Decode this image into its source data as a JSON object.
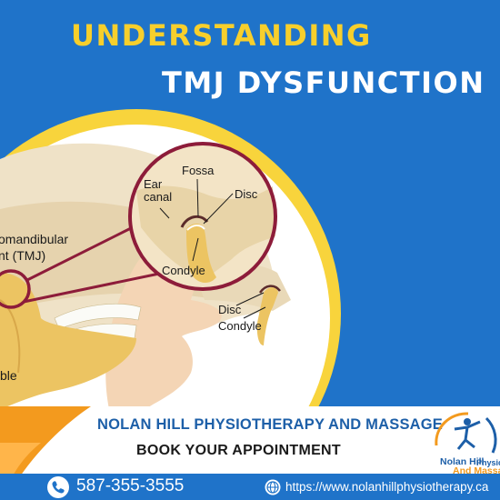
{
  "header": {
    "title_line1": "UNDERSTANDING",
    "title_line2": "TMJ DYSFUNCTION"
  },
  "illustration": {
    "labels": {
      "fossa": "Fossa",
      "ear": "Ear",
      "canal": "canal",
      "disc_top": "Disc",
      "condyle_top": "Condyle",
      "disc_bottom": "Disc",
      "condyle_bottom": "Condyle",
      "tmj_line1": "omandibular",
      "tmj_line2": "nt (TMJ)",
      "mandible_partial": "ble"
    }
  },
  "footer": {
    "business_name": "NOLAN HILL PHYSIOTHERAPY AND MASSAGE",
    "cta": "BOOK YOUR APPOINTMENT",
    "phone": "587-355-3555",
    "website": "https://www.nolanhillphysiotherapy.ca",
    "logo": {
      "line1": "Nolan Hill",
      "line1b": "Physiot",
      "line2": "And Massage"
    }
  },
  "colors": {
    "background": "#1f73c9",
    "title_yellow": "#f7cf2c",
    "title_white": "#ffffff",
    "circle_yellow": "#f8d43c",
    "magnifier_ring": "#8d1c3a",
    "brand_blue": "#1d5fa8",
    "brand_orange": "#f39a1e"
  }
}
